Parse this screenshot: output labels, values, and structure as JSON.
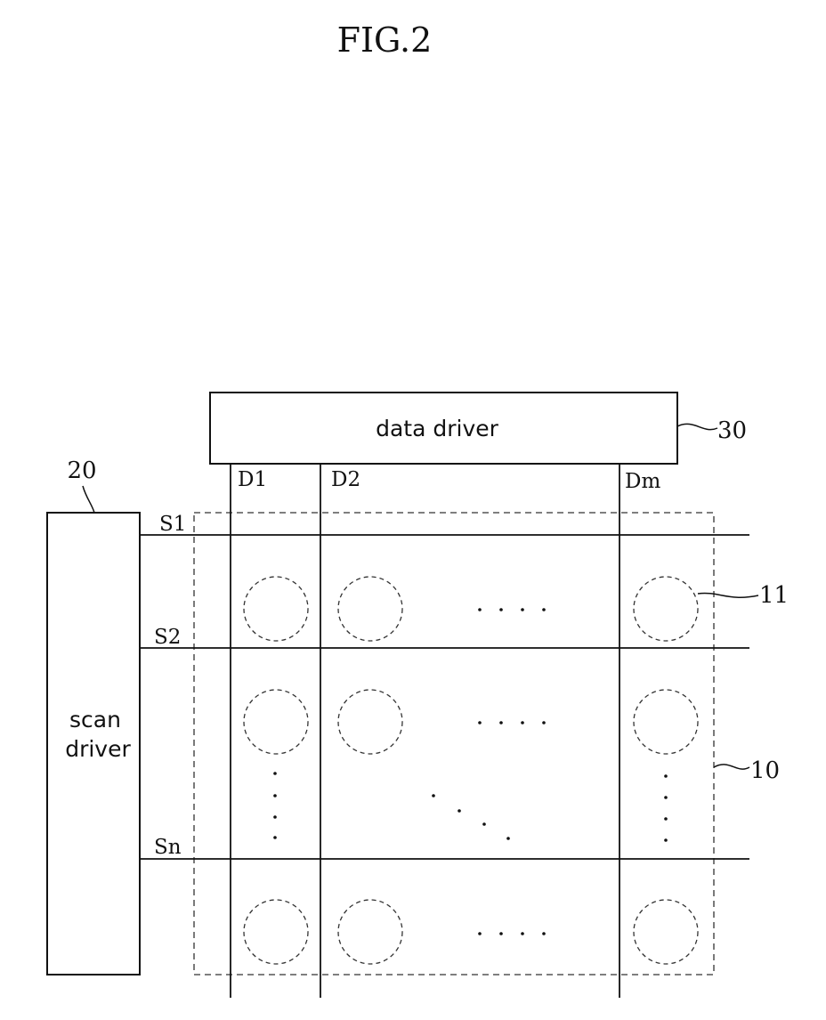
{
  "figure": {
    "title": "FIG.2"
  },
  "blocks": {
    "data_driver": {
      "label": "data driver",
      "ref": "30"
    },
    "scan_driver": {
      "label_line1": "scan",
      "label_line2": "driver",
      "ref": "20"
    },
    "pixel_area": {
      "ref": "10"
    },
    "pixel": {
      "ref": "11"
    }
  },
  "lines": {
    "data": [
      "D1",
      "D2",
      "Dm"
    ],
    "scan": [
      "S1",
      "S2",
      "Sn"
    ]
  },
  "colors": {
    "ink": "#111111",
    "dashed": "#333333"
  }
}
